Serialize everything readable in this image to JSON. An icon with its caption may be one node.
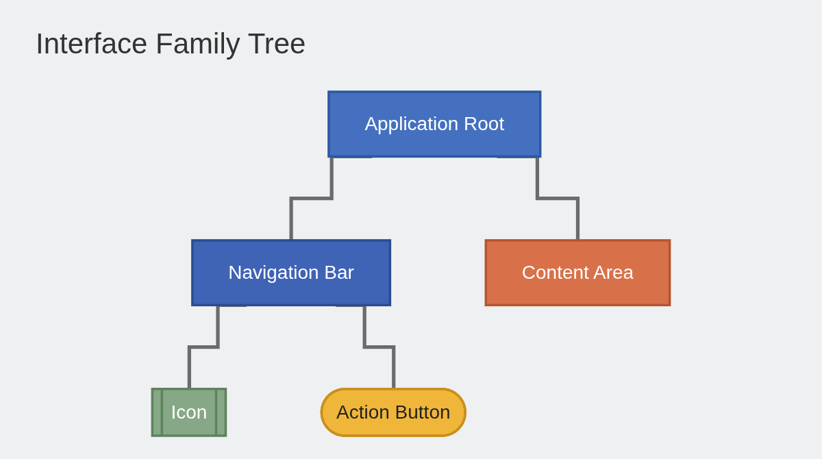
{
  "diagram": {
    "title": "Interface Family Tree",
    "nodes": [
      {
        "text": [
          "Application Root"
        ]
      },
      {
        "text": [
          "Navigation Bar"
        ]
      },
      {
        "text": [
          "Content Area"
        ]
      },
      {
        "text": [
          "Icon"
        ]
      },
      {
        "text": [
          "Action Button"
        ]
      }
    ],
    "edges": [
      {
        "from": 0,
        "to": 1,
        "arrow": "none"
      },
      {
        "from": 0,
        "to": 2,
        "arrow": "none"
      },
      {
        "from": 1,
        "to": 3,
        "arrow": "none"
      },
      {
        "from": 1,
        "to": 4,
        "arrow": "none"
      }
    ]
  }
}
